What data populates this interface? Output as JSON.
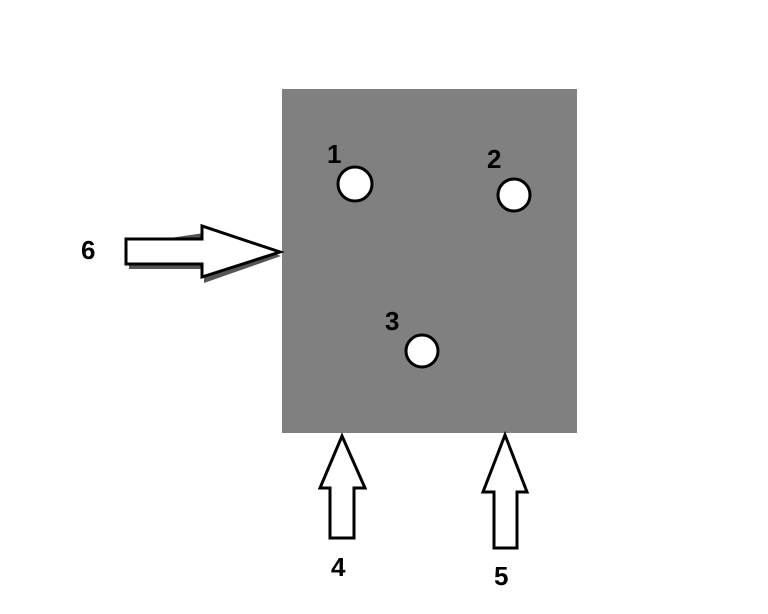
{
  "colors": {
    "background": "#ffffff",
    "block_fill": "#808080",
    "hole_fill": "#ffffff",
    "outline": "#000000"
  },
  "block": {
    "holes": [
      {
        "label": "1"
      },
      {
        "label": "2"
      },
      {
        "label": "3"
      }
    ]
  },
  "arrows": [
    {
      "label": "4",
      "direction": "up"
    },
    {
      "label": "5",
      "direction": "up"
    },
    {
      "label": "6",
      "direction": "right"
    }
  ]
}
